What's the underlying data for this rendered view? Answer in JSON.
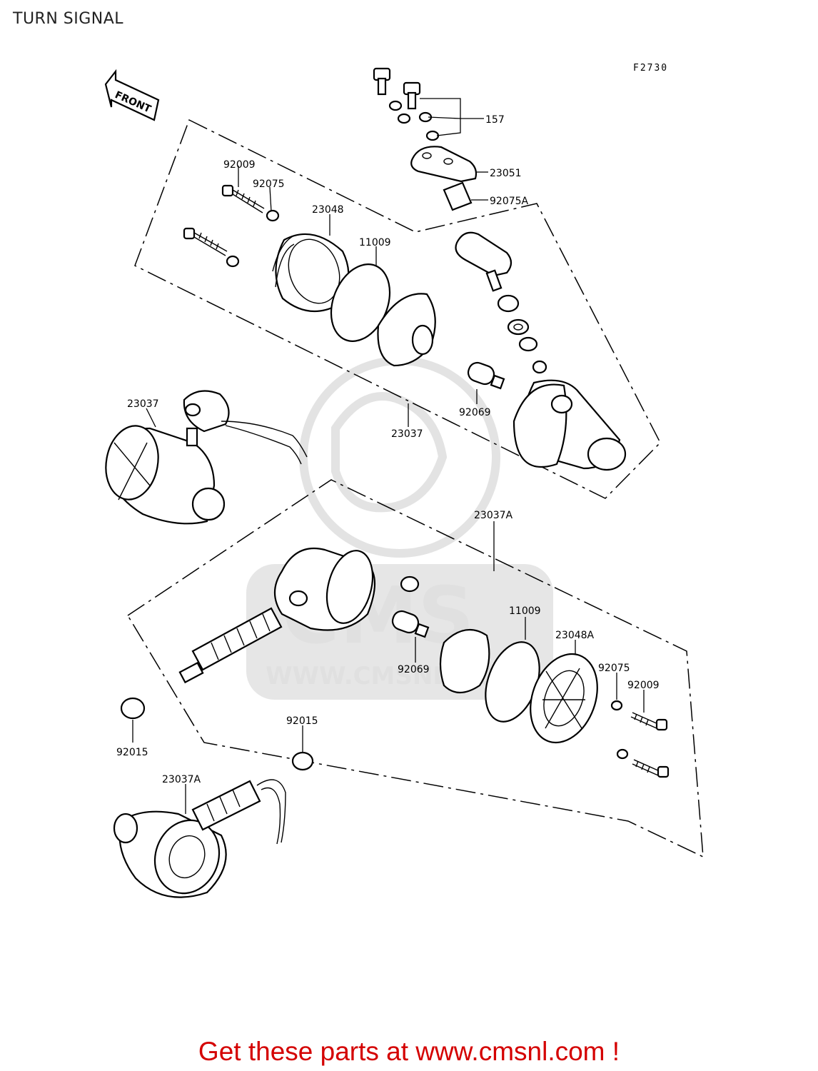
{
  "title": "TURN SIGNAL",
  "figure_code": "F2730",
  "front_label": "FRONT",
  "watermark": {
    "brand": "CMS",
    "url": "WWW.CMSNL.COM"
  },
  "part_labels": {
    "p157": "157",
    "p23051": "23051",
    "p92075A": "92075A",
    "p92009_top": "92009",
    "p92075_top": "92075",
    "p23048": "23048",
    "p11009_top": "11009",
    "p92069_top": "92069",
    "p23037_left": "23037",
    "p23037_center": "23037",
    "p23037A_top": "23037A",
    "p11009_bottom": "11009",
    "p23048A": "23048A",
    "p92075_bottom": "92075",
    "p92009_bottom": "92009",
    "p92069_bottom": "92069",
    "p92015_left": "92015",
    "p92015_bottom": "92015",
    "p23037A_bottom": "23037A"
  },
  "footer": "Get these parts at www.cmsnl.com !"
}
